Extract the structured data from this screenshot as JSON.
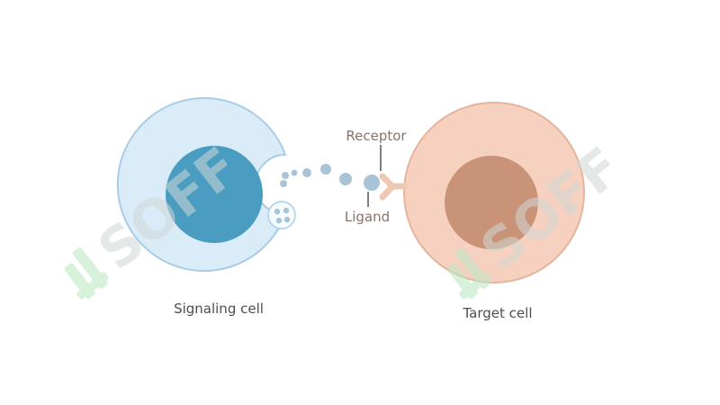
{
  "labels": {
    "signaling_cell": "Signaling cell",
    "target_cell": "Target cell",
    "receptor": "Receptor",
    "ligand": "Ligand"
  },
  "watermark": {
    "text": "SOFF"
  },
  "colors": {
    "signaling_cytoplasm": "#d9ecf8",
    "signaling_membrane": "#a9cde6",
    "signaling_nucleus": "#4a9cc1",
    "ligand": "#a9c4d6",
    "target_cytoplasm": "#f7d1bf",
    "target_membrane": "#e6b39c",
    "target_nucleus": "#c99377",
    "receptor": "#edc9b4",
    "watermark_icon": "#bfe8c4",
    "watermark_text": "#cfd8d6"
  }
}
